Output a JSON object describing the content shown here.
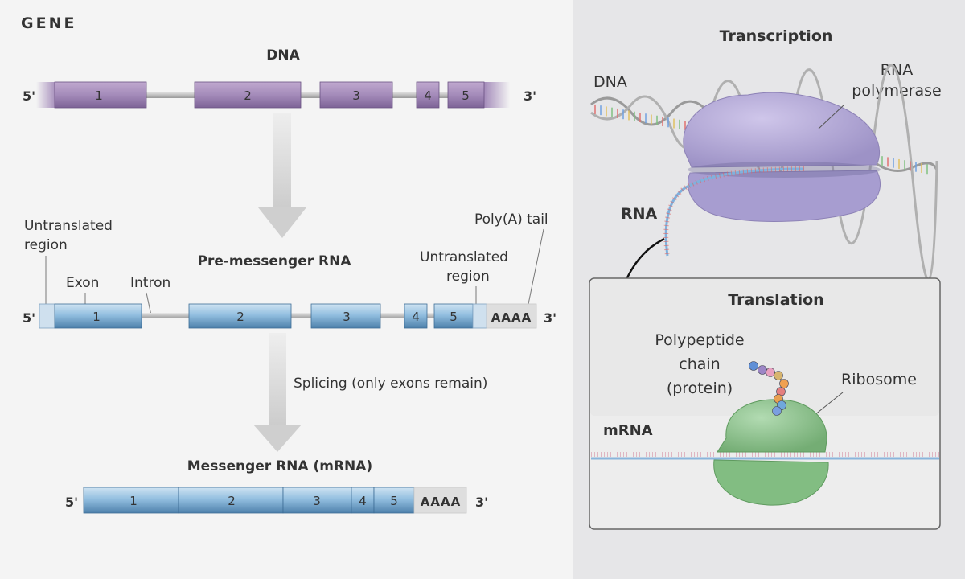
{
  "header": {
    "label": "GENE"
  },
  "dna": {
    "title": "DNA",
    "end5": "5'",
    "end3": "3'",
    "exons": [
      "1",
      "2",
      "3",
      "4",
      "5"
    ]
  },
  "pre_mrna": {
    "title": "Pre-messenger RNA",
    "end5": "5'",
    "end3": "3'",
    "exons": [
      "1",
      "2",
      "3",
      "4",
      "5"
    ],
    "tail": "AAAA",
    "labels": {
      "utr_left": [
        "Untranslated",
        "region"
      ],
      "exon": "Exon",
      "intron": "Intron",
      "utr_right": [
        "Untranslated",
        "region"
      ],
      "polya": "Poly(A) tail"
    }
  },
  "splicing": {
    "label": "Splicing (only exons remain)"
  },
  "mrna": {
    "title": "Messenger RNA (mRNA)",
    "end5": "5'",
    "end3": "3'",
    "exons": [
      "1",
      "2",
      "3",
      "4",
      "5"
    ],
    "tail": "AAAA"
  },
  "transcription": {
    "title": "Transcription",
    "dna": "DNA",
    "polymerase": [
      "RNA",
      "polymerase"
    ],
    "rna": "RNA"
  },
  "translation": {
    "title": "Translation",
    "polypeptide": [
      "Polypeptide",
      "chain",
      "(protein)"
    ],
    "ribosome": "Ribosome",
    "mrna": "mRNA"
  },
  "colors": {
    "dna_exon": "#9a7fb0",
    "rna_exon": "#7aaed6",
    "tail": "#dcdcdc",
    "polymerase": "#b3a9d6",
    "ribosome": "#8fc48f",
    "arrow": "#d2d2d2"
  }
}
